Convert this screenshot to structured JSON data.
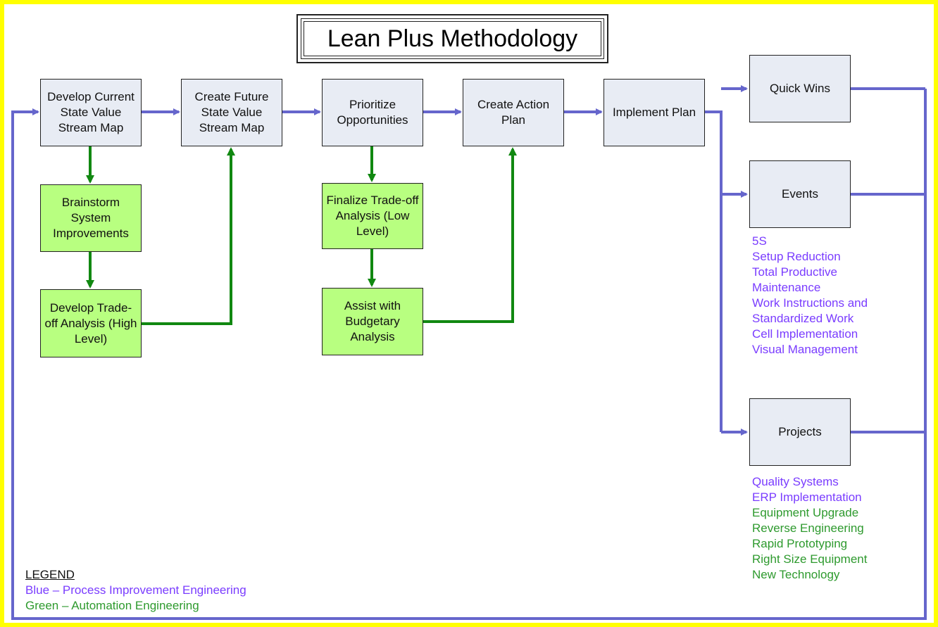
{
  "title": "Lean Plus Methodology",
  "colors": {
    "border": "#ffff00",
    "flow_blue": "#6666cc",
    "flow_green": "#118811",
    "box_blue": "#e8ecf4",
    "box_green": "#b8ff80",
    "text_purple": "#7a3cff",
    "text_green": "#2e9a2e"
  },
  "nodes": {
    "develop_current": "Develop Current State Value Stream Map",
    "create_future": "Create Future State Value Stream Map",
    "prioritize": "Prioritize Opportunities",
    "create_action": "Create Action Plan",
    "implement": "Implement Plan",
    "quick_wins": "Quick Wins",
    "events": "Events",
    "projects": "Projects",
    "brainstorm": "Brainstorm System Improvements",
    "develop_tradeoff": "Develop Trade-off Analysis (High Level)",
    "finalize_tradeoff": "Finalize Trade-off Analysis (Low Level)",
    "budgetary": "Assist with Budgetary Analysis"
  },
  "events_list": [
    "5S",
    "Setup Reduction",
    "Total Productive",
    "Maintenance",
    "Work Instructions and",
    "Standardized Work",
    "Cell Implementation",
    "Visual Management"
  ],
  "projects_list": {
    "blue": [
      "Quality Systems",
      "ERP Implementation"
    ],
    "green": [
      "Equipment Upgrade",
      "Reverse Engineering",
      "Rapid Prototyping",
      "Right Size Equipment",
      "New Technology"
    ]
  },
  "legend": {
    "title": "LEGEND",
    "blue": "Blue – Process Improvement Engineering",
    "green": "Green – Automation Engineering"
  }
}
